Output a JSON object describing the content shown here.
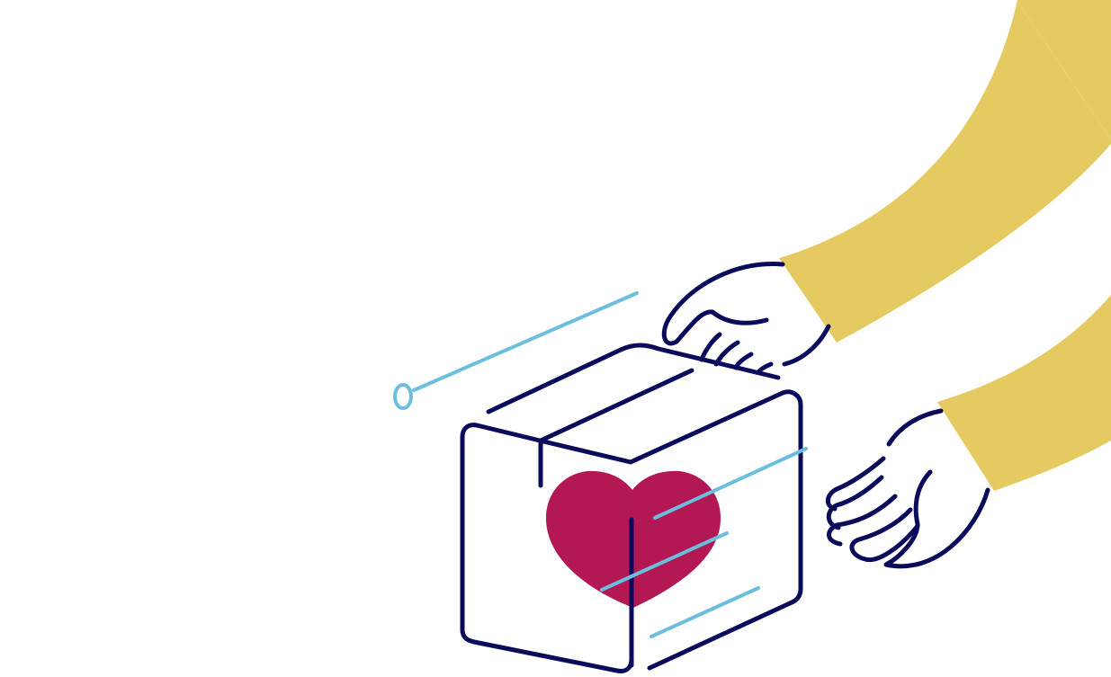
{
  "illustration": {
    "subject": "Two hands in yellow sleeves reaching for a cardboard box with a heart on its side",
    "elements": [
      "upper-arm-sleeve",
      "lower-arm-sleeve",
      "upper-hand",
      "lower-hand",
      "box",
      "heart",
      "motion-lines"
    ]
  },
  "colors": {
    "background": "#ffffff",
    "sleeve": "#E5CA62",
    "outline": "#0B0B5C",
    "heart": "#B41854",
    "motion": "#6CBEDE"
  }
}
